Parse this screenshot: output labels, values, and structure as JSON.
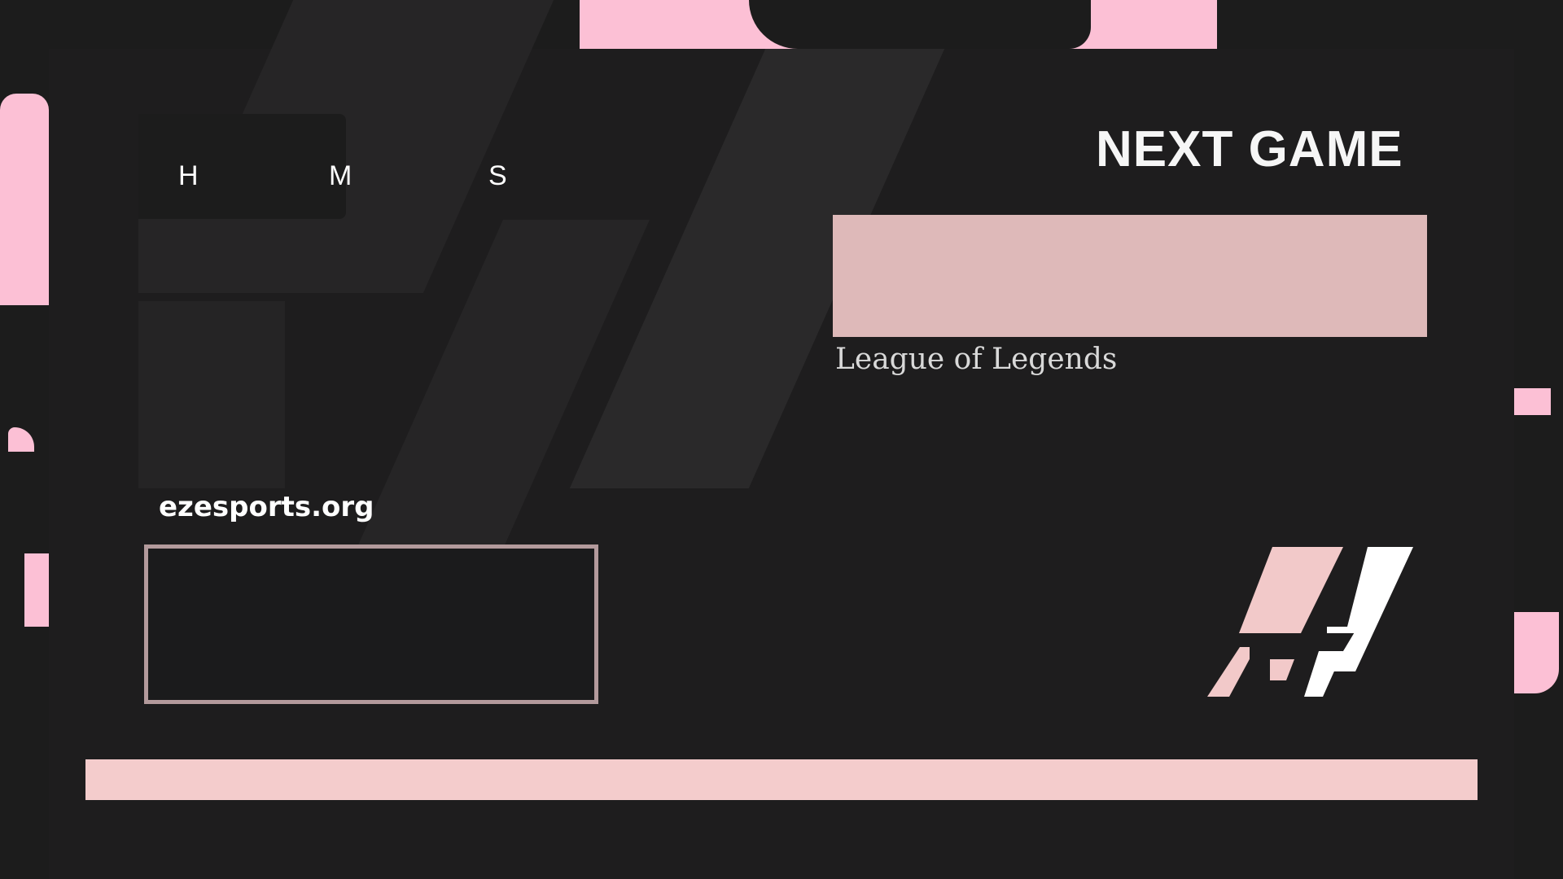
{
  "countdown": {
    "hours_label": "H",
    "minutes_label": "M",
    "seconds_label": "S"
  },
  "next_game": {
    "title": "NEXT GAME",
    "game_name": "League of Legends"
  },
  "footer": {
    "website": "ezesports.org"
  },
  "colors": {
    "background": "#1c1c1c",
    "accent_pink": "#fcc0d5",
    "banner_pink": "#deb9b9",
    "bar_pink": "#f4cccc",
    "box_border": "#b39a9c",
    "logo_pink": "#f2c9c9",
    "logo_white": "#ffffff"
  },
  "logo": {
    "icon": "ez-logo-icon"
  }
}
